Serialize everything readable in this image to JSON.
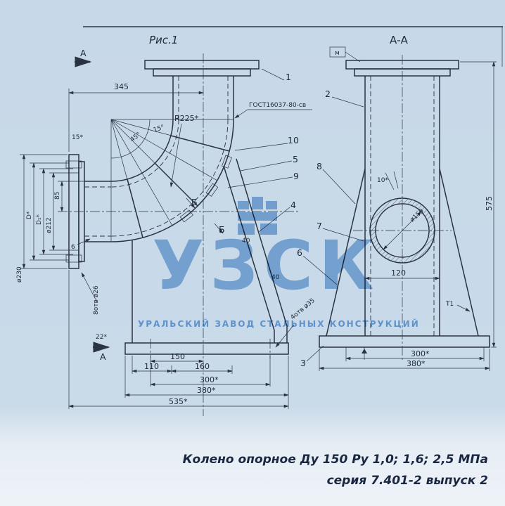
{
  "page": {
    "background": "#c9dae9",
    "caption": {
      "line1": "Колено опорное Ду 150 Ру 1,0; 1,6; 2,5 МПа",
      "line2": "серия 7.401-2 выпуск 2"
    }
  },
  "watermark": {
    "text": "УЗСК",
    "subtitle": "УРАЛЬСКИЙ ЗАВОД СТАЛЬНЫХ КОНСТРУКЦИЙ",
    "color": "#4e90d2"
  },
  "front_view": {
    "title": "Рис.1",
    "section_arrow_top": "А",
    "section_arrow_bottom": "А",
    "view_arrow_b1": "Б",
    "view_arrow_b2": "Б",
    "weld_note": "ГОСТ16037-80-св",
    "dims": {
      "width_345": "345",
      "radius_r225": "R225*",
      "angle_15": "15*",
      "fan_angle_a": "45°",
      "fan_angle_b": "15°",
      "dim_85": "85",
      "dim_d": "D*",
      "dim_d1": "D₁*",
      "dia_212": "ø212",
      "dia_230": "ø230",
      "wall_6": "6",
      "bolt_holes": "8отв ø26",
      "angle_22": "22*",
      "dim_110": "110",
      "dim_150": "150",
      "dim_160": "160",
      "dim_300": "300*",
      "dim_380": "380*",
      "dim_535": "535*",
      "dim_40_upper": "40",
      "dim_40_lower": "40",
      "base_holes": "4отв ø35"
    },
    "callouts": {
      "item_1": "1",
      "item_4": "4",
      "item_5": "5",
      "item_9": "9",
      "item_10": "10"
    }
  },
  "section_view": {
    "title": "А-А",
    "flag": "м",
    "dims": {
      "height_575": "575",
      "dia_159": "ø159",
      "angle_10": "10*",
      "dim_120": "120",
      "dim_300": "300*",
      "dim_380": "380*",
      "weld_t1": "Т1"
    },
    "callouts": {
      "item_2": "2",
      "item_3": "3",
      "item_6": "6",
      "item_7": "7",
      "item_8": "8"
    }
  }
}
